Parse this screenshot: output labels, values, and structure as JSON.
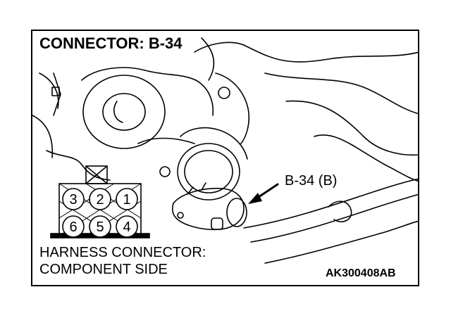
{
  "title": "CONNECTOR: B-34",
  "callout": "B-34 (B)",
  "caption": {
    "line1": "HARNESS CONNECTOR:",
    "line2": "COMPONENT SIDE"
  },
  "figure_code": "AK300408AB",
  "connector_pins": {
    "top_row": [
      "3",
      "2",
      "1"
    ],
    "bottom_row": [
      "6",
      "5",
      "4"
    ]
  }
}
